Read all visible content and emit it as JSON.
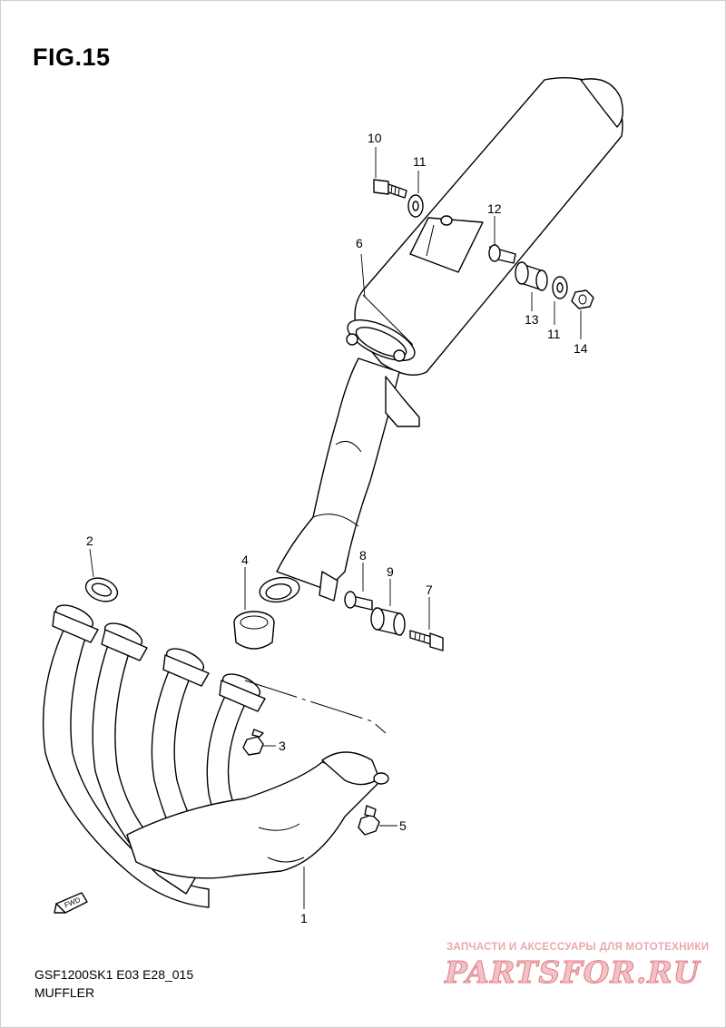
{
  "figure": {
    "title": "FIG.15"
  },
  "footer": {
    "code": "GSF1200SK1 E03 E28_015",
    "name": "MUFFLER"
  },
  "watermark": {
    "tagline": "ЗАПЧАСТИ И АКСЕССУАРЫ ДЛЯ МОТОТЕХНИКИ",
    "logo": "PARTSFOR.RU",
    "color": "#e07a85"
  },
  "callouts": [
    "1",
    "2",
    "3",
    "4",
    "5",
    "6",
    "7",
    "8",
    "9",
    "10",
    "11",
    "12",
    "13",
    "11",
    "14"
  ]
}
